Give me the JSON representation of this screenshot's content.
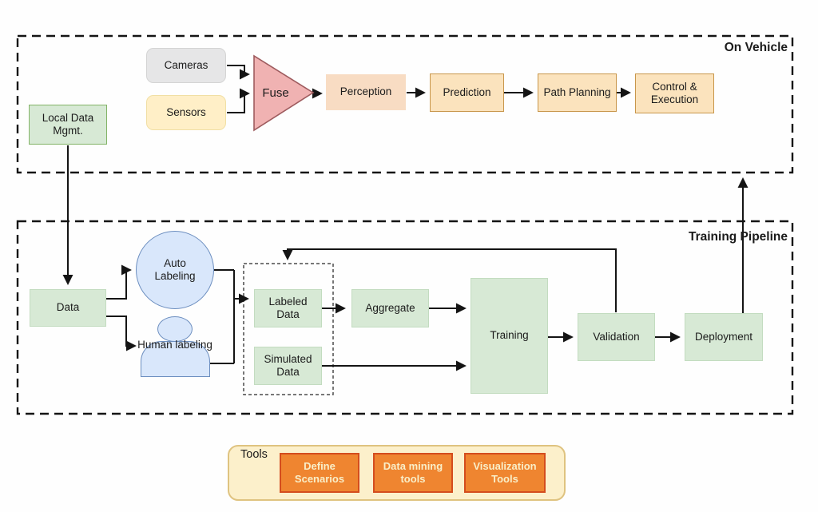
{
  "groups": {
    "on_vehicle": {
      "label": "On Vehicle"
    },
    "training_pipeline": {
      "label": "Training Pipeline"
    }
  },
  "nodes": {
    "local_data_mgmt": "Local Data Mgmt.",
    "cameras": "Cameras",
    "sensors": "Sensors",
    "fuse": "Fuse",
    "perception": "Perception",
    "prediction": "Prediction",
    "path_planning": "Path Planning",
    "control_execution": "Control & Execution",
    "data": "Data",
    "auto_labeling": "Auto Labeling",
    "human_labeling": "Human labeling",
    "labeled_data": "Labeled Data",
    "simulated_data": "Simulated Data",
    "aggregate": "Aggregate",
    "training": "Training",
    "validation": "Validation",
    "deployment": "Deployment"
  },
  "tools": {
    "label": "Tools",
    "items": [
      "Define Scenarios",
      "Data mining tools",
      "Visualization Tools"
    ]
  },
  "colors": {
    "green_fill": "#D7E9D5",
    "green_border": "#82B366",
    "blue_fill": "#D9E7FB",
    "blue_border": "#6C8EBF",
    "pink_fill": "#F0B2B2",
    "pink_border": "#9E5B5E",
    "gray_fill": "#E6E6E7",
    "amber_fill": "#FFEFC7",
    "peach_fill": "#F8DCC3",
    "tan_fill": "#FBE3BD",
    "tan_border": "#C8964B",
    "orange_fill": "#EF8530",
    "orange_border": "#D44D1E",
    "cream_fill": "#FCF0CB",
    "connector": "#141414"
  }
}
